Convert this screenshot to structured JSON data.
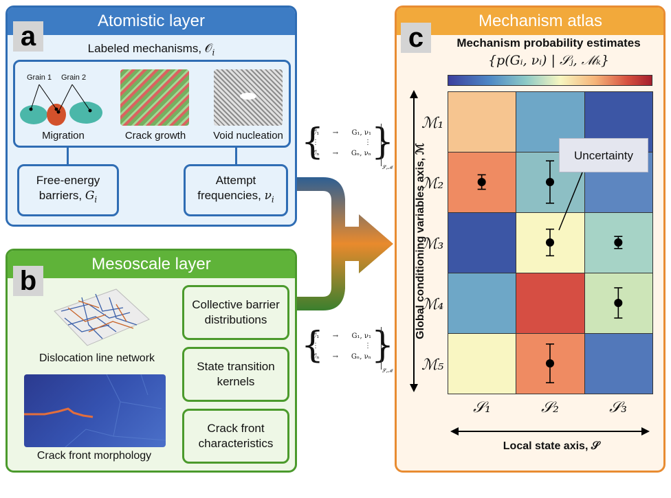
{
  "panel_a": {
    "letter": "a",
    "title": "Atomistic layer",
    "subtitle": "Labeled mechanisms, 𝒪",
    "subtitle_sub": "i",
    "images": [
      {
        "caption": "Migration",
        "labels": [
          "Grain 1",
          "Grain 2"
        ]
      },
      {
        "caption": "Crack growth"
      },
      {
        "caption": "Void nucleation"
      }
    ],
    "box_left": {
      "line1": "Free-energy",
      "line2": "barriers,",
      "sym": "G",
      "sub": "i"
    },
    "box_right": {
      "line1": "Attempt",
      "line2": "frequencies,",
      "sym": "ν",
      "sub": "i"
    }
  },
  "panel_b": {
    "letter": "b",
    "title": "Mesoscale layer",
    "image_captions": [
      "Dislocation line network",
      "Crack front morphology"
    ],
    "boxes": [
      {
        "line1": "Collective barrier",
        "line2": "distributions"
      },
      {
        "line1": "State transition",
        "line2": "kernels"
      },
      {
        "line1": "Crack front",
        "line2": "characteristics"
      }
    ]
  },
  "matrix_notation": {
    "row1": [
      "𝒪₁",
      "→",
      "G₁, ν₁"
    ],
    "row2": [
      "⋮",
      "",
      "⋮"
    ],
    "row3": [
      "𝒪ₙ",
      "→",
      "Gₙ, νₙ"
    ],
    "subscript": "𝒮,ℳ"
  },
  "panel_c": {
    "letter": "c",
    "title": "Mechanism atlas",
    "subtitle": "Mechanism probability estimates",
    "formula": "{p(Gᵢ, νᵢ) | 𝒮ⱼ, ℳₖ}",
    "callout": "Uncertainty",
    "y_axis_label": "Global conditioning variables axis, ℳ",
    "x_axis_label": "Local state axis, 𝒮",
    "row_labels": [
      "ℳ₁",
      "ℳ₂",
      "ℳ₃",
      "ℳ₄",
      "ℳ₅"
    ],
    "col_labels": [
      "𝒮₁",
      "𝒮₂",
      "𝒮₃"
    ],
    "colors": {
      "header_bg": "#f2a93b",
      "border": "#e88c32",
      "bg": "#fff5e9"
    }
  },
  "chart_data": {
    "type": "heatmap",
    "rows": [
      "ℳ₁",
      "ℳ₂",
      "ℳ₃",
      "ℳ₄",
      "ℳ₅"
    ],
    "cols": [
      "𝒮₁",
      "𝒮₂",
      "𝒮₃"
    ],
    "cell_colors": [
      [
        "#f6c590",
        "#6ea7c7",
        "#3c56a5"
      ],
      [
        "#ef8b62",
        "#8dbfc4",
        "#5d86c0"
      ],
      [
        "#3c56a5",
        "#f9f6c2",
        "#a6d3c6"
      ],
      [
        "#6ea7c7",
        "#d64e43",
        "#cde5b8"
      ],
      [
        "#f9f6c2",
        "#ef8b62",
        "#5278ba"
      ]
    ],
    "error_bars": [
      {
        "row": 1,
        "col": 0,
        "half_height": 0.12
      },
      {
        "row": 1,
        "col": 1,
        "half_height": 0.35
      },
      {
        "row": 2,
        "col": 1,
        "half_height": 0.22
      },
      {
        "row": 2,
        "col": 2,
        "half_height": 0.1
      },
      {
        "row": 3,
        "col": 2,
        "half_height": 0.25
      },
      {
        "row": 4,
        "col": 1,
        "half_height": 0.32
      }
    ]
  },
  "colors": {
    "panel_a_border": "#2f6db4",
    "panel_a_header": "#3d7cc4",
    "panel_a_bg": "#e7f2fb",
    "panel_b_border": "#4b9a2c",
    "panel_b_header": "#5fb339",
    "panel_b_bg": "#eef7e6"
  }
}
